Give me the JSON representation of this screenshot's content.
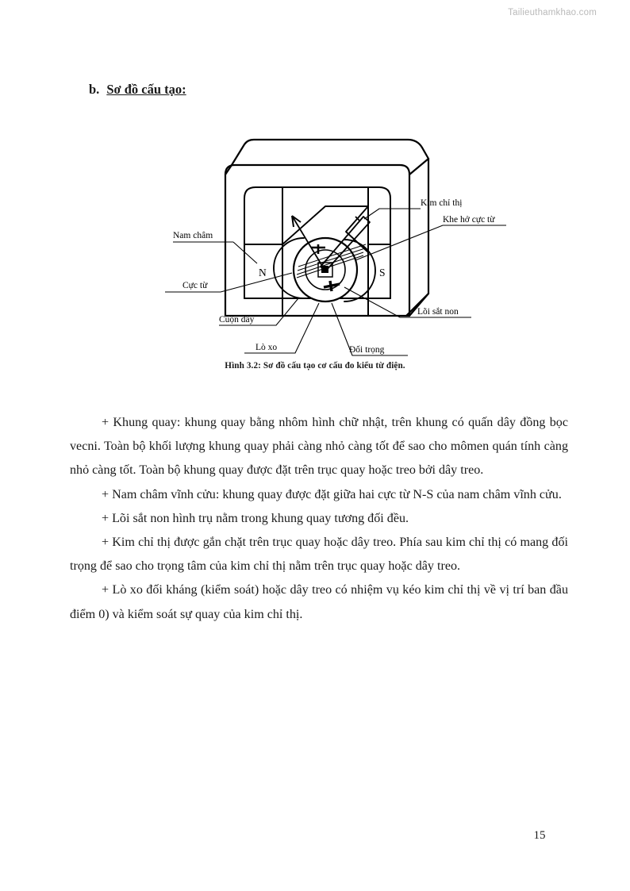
{
  "watermark": "Tailieuthamkhao.com",
  "heading": {
    "marker": "b.",
    "title": "Sơ đồ cấu tạo:"
  },
  "figure": {
    "caption": "Hình 3.2: Sơ đồ cấu tạo cơ cấu đo kiểu từ điện.",
    "labels": {
      "needle": "Kim chỉ thị",
      "magnet": "Nam châm",
      "pole_gap": "Khe hở cực từ",
      "pole_piece": "Cực từ",
      "north": "N",
      "south": "S",
      "coil": "Cuộn dây",
      "soft_iron_core": "Lõi sắt non",
      "spring": "Lò xo",
      "counterweight": "Đối trọng"
    }
  },
  "body": {
    "paragraphs": [
      "+  Khung quay: khung quay bằng nhôm hình chữ nhật, trên khung có quấn dây đồng bọc vecni. Toàn bộ khối lượng khung quay phải càng nhỏ càng tốt để sao cho mômen quán tính càng nhỏ càng tốt. Toàn bộ khung quay được đặt trên trục quay hoặc treo bởi dây treo.",
      "+  Nam châm vĩnh cửu: khung quay được đặt giữa hai cực từ N-S của nam châm vĩnh cửu.",
      "+   Lõi sắt non hình trụ nằm trong khung quay tương đối đều.",
      "+  Kim chỉ thị được gắn chặt trên trục quay hoặc dây treo. Phía sau kim chỉ thị có mang đối trọng để sao cho trọng tâm của kim chỉ thị nằm trên trục quay hoặc dây treo.",
      "+  Lò xo đối kháng (kiểm soát) hoặc dây treo có nhiệm vụ kéo kim chỉ thị về vị trí ban đầu điểm 0) và kiểm soát sự quay của kim chỉ thị."
    ]
  },
  "page_number": "15"
}
